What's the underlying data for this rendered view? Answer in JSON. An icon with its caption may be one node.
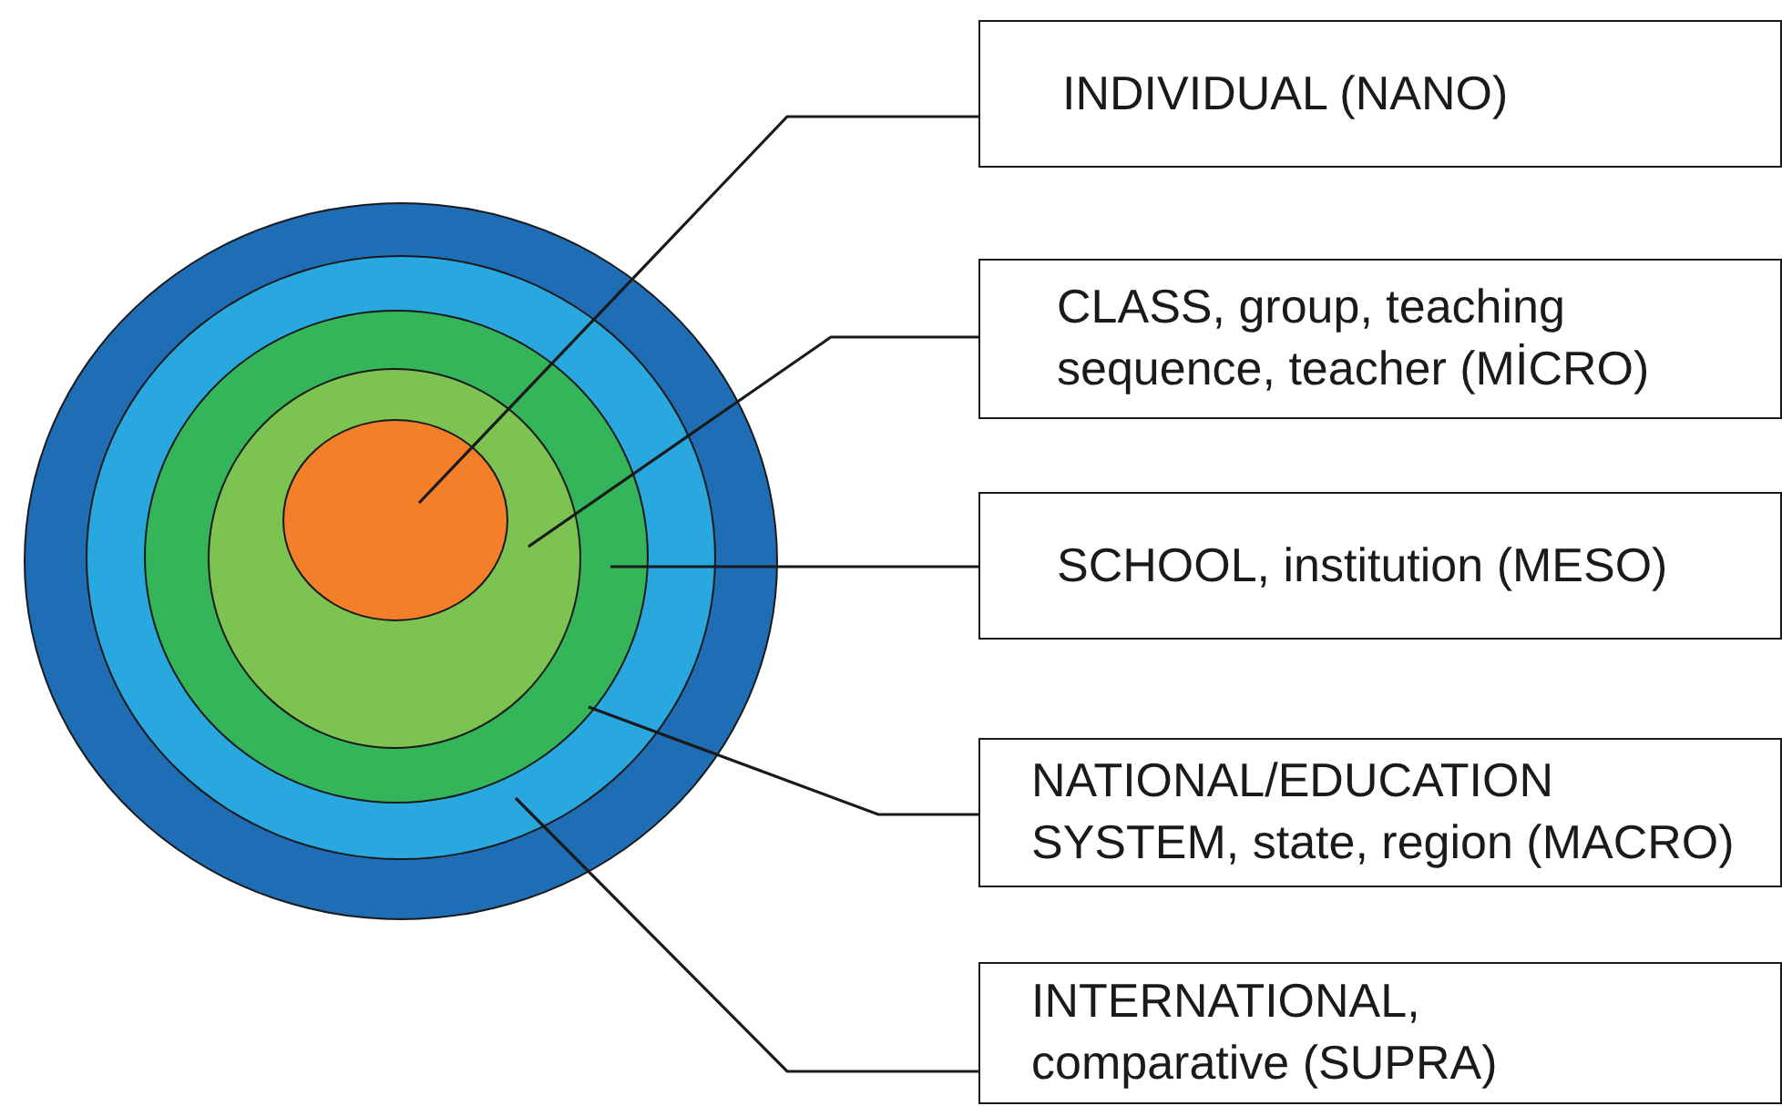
{
  "diagram": {
    "nodes": [
      {
        "text": [],
        "shape": "circle"
      },
      {
        "text": [],
        "shape": "circle",
        "in": 0
      },
      {
        "text": [],
        "shape": "circle",
        "in": 1
      },
      {
        "text": [],
        "shape": "circle",
        "in": 2
      },
      {
        "text": [],
        "shape": "circle",
        "in": 3
      },
      {
        "text": [
          "INDIVIDUAL (NANO)"
        ]
      },
      {
        "text": [
          "CLASS, group, teaching sequence, teacher (MİCRO)"
        ]
      },
      {
        "text": [
          "SCHOOL, institution (MESO)"
        ]
      },
      {
        "text": [
          "NATIONAL/EDUCATION SYSTEM, state, region (MACRO)"
        ]
      },
      {
        "text": [
          "INTERNATIONAL, comparative (SUPRA)"
        ]
      }
    ],
    "edges": [
      {
        "from": 5,
        "to": 4,
        "arrow": "none"
      },
      {
        "from": 6,
        "to": 3,
        "arrow": "none"
      },
      {
        "from": 7,
        "to": 2,
        "arrow": "none"
      },
      {
        "from": 8,
        "to": 1,
        "arrow": "none"
      },
      {
        "from": 9,
        "to": 0,
        "arrow": "none"
      }
    ]
  }
}
